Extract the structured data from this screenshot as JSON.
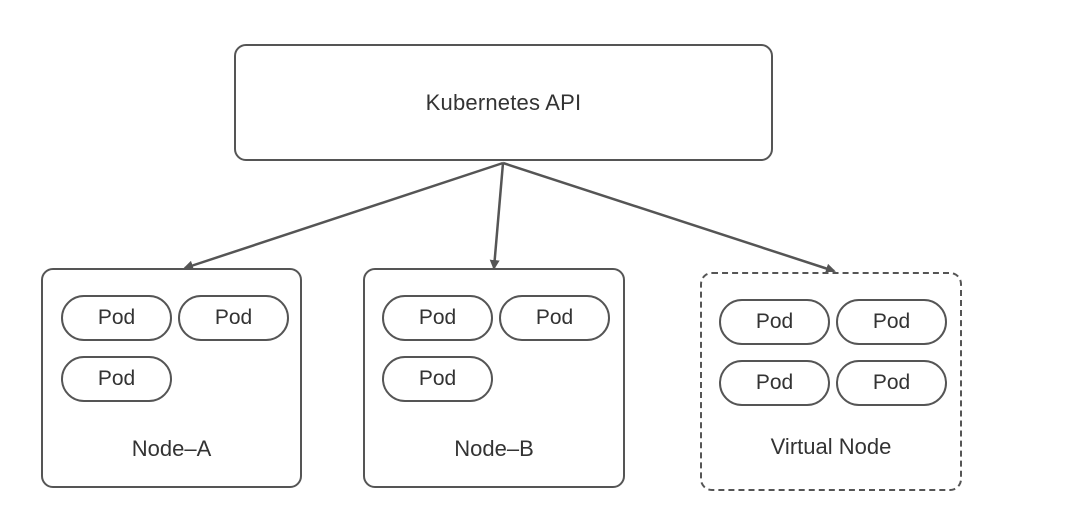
{
  "api": {
    "label": "Kubernetes API"
  },
  "nodes": [
    {
      "label": "Node–A",
      "pods": [
        "Pod",
        "Pod",
        "Pod"
      ],
      "style": "solid"
    },
    {
      "label": "Node–B",
      "pods": [
        "Pod",
        "Pod",
        "Pod"
      ],
      "style": "solid"
    },
    {
      "label": "Virtual Node",
      "pods": [
        "Pod",
        "Pod",
        "Pod",
        "Pod"
      ],
      "style": "dashed"
    }
  ],
  "colors": {
    "stroke": "#555555",
    "text": "#333333",
    "background": "#ffffff"
  }
}
